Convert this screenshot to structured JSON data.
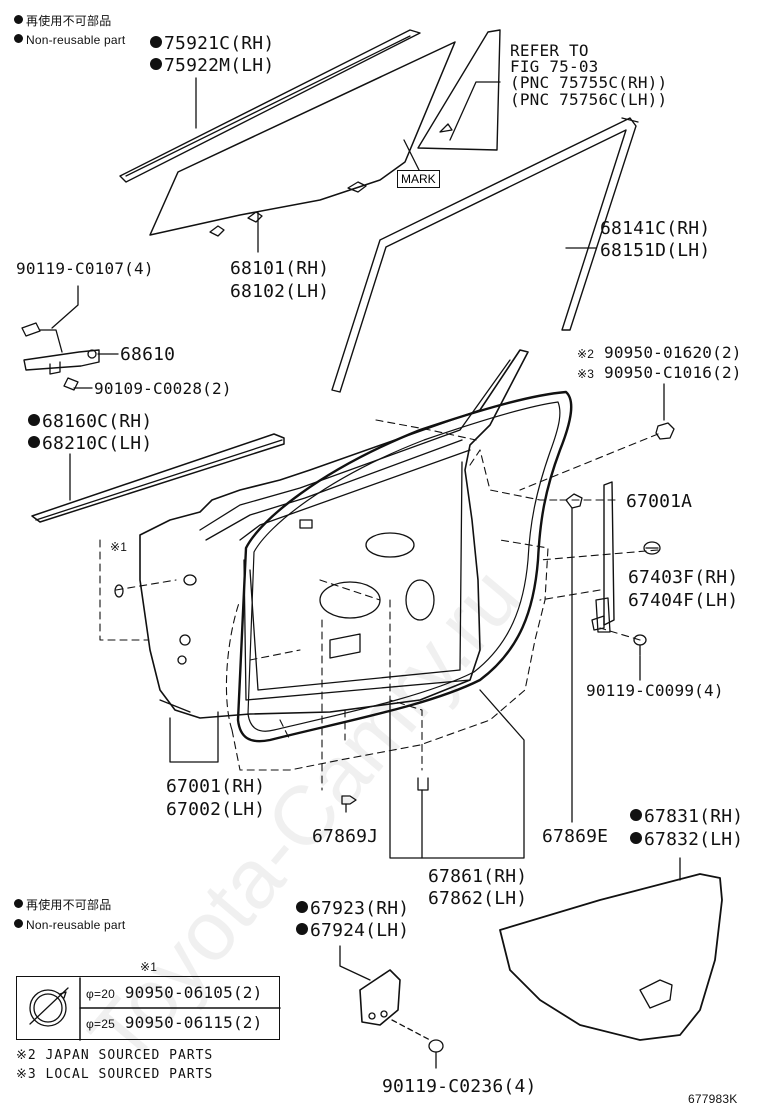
{
  "legend_top": {
    "line1": "再使用不可部品",
    "line2": "Non-reusable part"
  },
  "legend_bottom": {
    "line1": "再使用不可部品",
    "line2": "Non-reusable part"
  },
  "parts": {
    "p75921": "75921C(RH)",
    "p75922": "75922M(LH)",
    "refer1": "REFER TO",
    "refer2": "FIG 75-03",
    "refer3": "(PNC 75755C(RH))",
    "refer4": "(PNC 75756C(LH))",
    "mark": "MARK",
    "p68141": "68141C(RH)",
    "p68151": "68151D(LH)",
    "p90119_c0107": "90119-C0107(4)",
    "p68101": "68101(RH)",
    "p68102": "68102(LH)",
    "p68610": "68610",
    "p90109": "90109-C0028(2)",
    "p68160": "68160C(RH)",
    "p68210": "68210C(LH)",
    "note2_num": "90950-01620(2)",
    "note3_num": "90950-C1016(2)",
    "note2_mark": "※2",
    "note3_mark": "※3",
    "star1": "※1",
    "p67001A": "67001A",
    "p67403": "67403F(RH)",
    "p67404": "67404F(LH)",
    "p90119_c0099": "90119-C0099(4)",
    "p67001": "67001(RH)",
    "p67002": "67002(LH)",
    "p67869J": "67869J",
    "p67869E": "67869E",
    "p67861": "67861(RH)",
    "p67862": "67862(LH)",
    "p67831": "67831(RH)",
    "p67832": "67832(LH)",
    "p67923": "67923(RH)",
    "p67924": "67924(LH)",
    "p90119_c0236": "90119-C0236(4)",
    "table_star": "※1",
    "row1_size": "φ=20",
    "row1_part": "90950-06105(2)",
    "row2_size": "φ=25",
    "row2_part": "90950-06115(2)",
    "foot1": "※2 JAPAN SOURCED PARTS",
    "foot2": "※3 LOCAL SOURCED PARTS",
    "diagram_id": "677983K"
  },
  "watermark": "Toyota-Camry.ru"
}
